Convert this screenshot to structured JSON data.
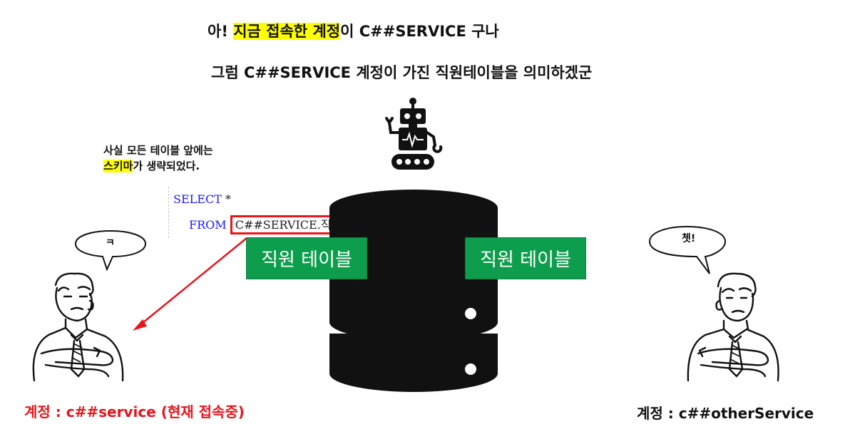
{
  "headline": {
    "line1_prefix": "아! ",
    "line1_highlight1": "지금 접속한 계정",
    "line1_suffix": "이 C##SERVICE 구나",
    "line2": "그럼 C##SERVICE 계정이 가진 직원테이블을 의미하겠군"
  },
  "note": {
    "line1": "사실 모든 테이블 앞에는",
    "line2_highlight": "스키마",
    "line2_suffix": "가 생략되었다."
  },
  "sql": {
    "select_kw": "SELECT",
    "select_rest": " *",
    "from_kw": "FROM",
    "from_target": "C##SERVICE.직원",
    "terminator": ";"
  },
  "tables": {
    "left_label": "직원 테이블",
    "right_label": "직원 테이블"
  },
  "bubbles": {
    "left": "ㅋ",
    "right": "쳇!"
  },
  "accounts": {
    "left": "계정 : c##service (현재 접속중)",
    "right": "계정 : c##otherService"
  },
  "colors": {
    "highlight": "#ffff00",
    "table_green": "#0d9e4d",
    "arrow_red": "#e8141c",
    "sql_keyword": "#1a1aff"
  },
  "icons": [
    "robot-icon",
    "database-icon",
    "person-left-icon",
    "person-right-icon",
    "speech-bubble-icon"
  ]
}
